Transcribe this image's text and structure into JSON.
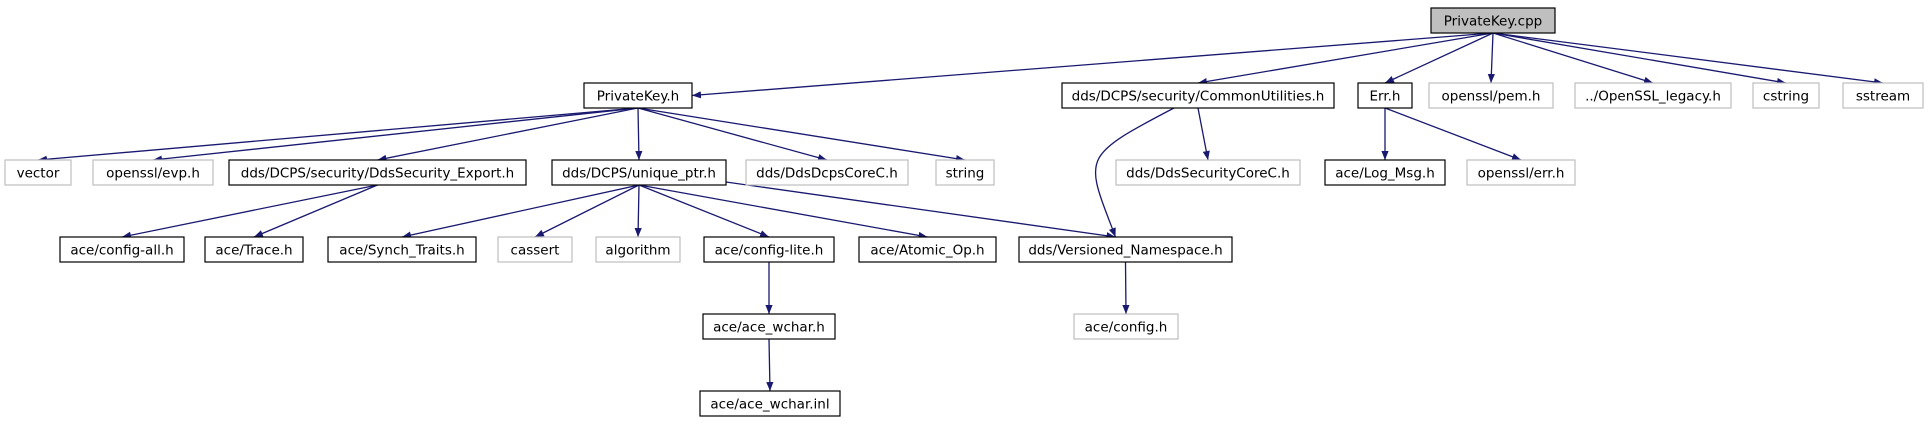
{
  "title": "PrivateKey.cpp",
  "colors": {
    "edge": "#191970",
    "root_fill": "#bfbfbf",
    "node_border": "#000000",
    "external_border": "#bfbfbf"
  },
  "nodes": [
    {
      "id": "root",
      "label": "PrivateKey.cpp",
      "kind": "root"
    },
    {
      "id": "privatekey_h",
      "label": "PrivateKey.h",
      "kind": "local"
    },
    {
      "id": "common_util",
      "label": "dds/DCPS/security/CommonUtilities.h",
      "kind": "local"
    },
    {
      "id": "err_h",
      "label": "Err.h",
      "kind": "local"
    },
    {
      "id": "pem_h",
      "label": "openssl/pem.h",
      "kind": "external"
    },
    {
      "id": "legacy_h",
      "label": "../OpenSSL_legacy.h",
      "kind": "external"
    },
    {
      "id": "cstring",
      "label": "cstring",
      "kind": "external"
    },
    {
      "id": "sstream",
      "label": "sstream",
      "kind": "external"
    },
    {
      "id": "vector",
      "label": "vector",
      "kind": "external"
    },
    {
      "id": "evp_h",
      "label": "openssl/evp.h",
      "kind": "external"
    },
    {
      "id": "ddssec_export",
      "label": "dds/DCPS/security/DdsSecurity_Export.h",
      "kind": "local"
    },
    {
      "id": "unique_ptr",
      "label": "dds/DCPS/unique_ptr.h",
      "kind": "local"
    },
    {
      "id": "dcpscore",
      "label": "dds/DdsDcpsCoreC.h",
      "kind": "external"
    },
    {
      "id": "string",
      "label": "string",
      "kind": "external"
    },
    {
      "id": "seccore",
      "label": "dds/DdsSecurityCoreC.h",
      "kind": "external"
    },
    {
      "id": "log_msg",
      "label": "ace/Log_Msg.h",
      "kind": "local"
    },
    {
      "id": "err_ssl",
      "label": "openssl/err.h",
      "kind": "external"
    },
    {
      "id": "config_all",
      "label": "ace/config-all.h",
      "kind": "local"
    },
    {
      "id": "trace_h",
      "label": "ace/Trace.h",
      "kind": "local"
    },
    {
      "id": "synch_traits",
      "label": "ace/Synch_Traits.h",
      "kind": "local"
    },
    {
      "id": "cassert",
      "label": "cassert",
      "kind": "external"
    },
    {
      "id": "algorithm",
      "label": "algorithm",
      "kind": "external"
    },
    {
      "id": "config_lite",
      "label": "ace/config-lite.h",
      "kind": "local"
    },
    {
      "id": "atomic_op",
      "label": "ace/Atomic_Op.h",
      "kind": "local"
    },
    {
      "id": "versioned_ns",
      "label": "dds/Versioned_Namespace.h",
      "kind": "local"
    },
    {
      "id": "config_h",
      "label": "ace/config.h",
      "kind": "external"
    },
    {
      "id": "ace_wchar_h",
      "label": "ace/ace_wchar.h",
      "kind": "local"
    },
    {
      "id": "ace_wchar_inl",
      "label": "ace/ace_wchar.inl",
      "kind": "local"
    }
  ],
  "edges": [
    {
      "from": "root",
      "to": "privatekey_h"
    },
    {
      "from": "root",
      "to": "common_util"
    },
    {
      "from": "root",
      "to": "err_h"
    },
    {
      "from": "root",
      "to": "pem_h"
    },
    {
      "from": "root",
      "to": "legacy_h"
    },
    {
      "from": "root",
      "to": "cstring"
    },
    {
      "from": "root",
      "to": "sstream"
    },
    {
      "from": "privatekey_h",
      "to": "vector"
    },
    {
      "from": "privatekey_h",
      "to": "evp_h"
    },
    {
      "from": "privatekey_h",
      "to": "ddssec_export"
    },
    {
      "from": "privatekey_h",
      "to": "unique_ptr"
    },
    {
      "from": "privatekey_h",
      "to": "dcpscore"
    },
    {
      "from": "privatekey_h",
      "to": "string"
    },
    {
      "from": "ddssec_export",
      "to": "config_all"
    },
    {
      "from": "ddssec_export",
      "to": "trace_h"
    },
    {
      "from": "unique_ptr",
      "to": "synch_traits"
    },
    {
      "from": "unique_ptr",
      "to": "cassert"
    },
    {
      "from": "unique_ptr",
      "to": "algorithm"
    },
    {
      "from": "unique_ptr",
      "to": "config_lite"
    },
    {
      "from": "unique_ptr",
      "to": "atomic_op"
    },
    {
      "from": "unique_ptr",
      "to": "versioned_ns"
    },
    {
      "from": "common_util",
      "to": "seccore"
    },
    {
      "from": "common_util",
      "to": "versioned_ns"
    },
    {
      "from": "err_h",
      "to": "log_msg"
    },
    {
      "from": "err_h",
      "to": "err_ssl"
    },
    {
      "from": "config_lite",
      "to": "ace_wchar_h"
    },
    {
      "from": "ace_wchar_h",
      "to": "ace_wchar_inl"
    },
    {
      "from": "versioned_ns",
      "to": "config_h"
    }
  ]
}
